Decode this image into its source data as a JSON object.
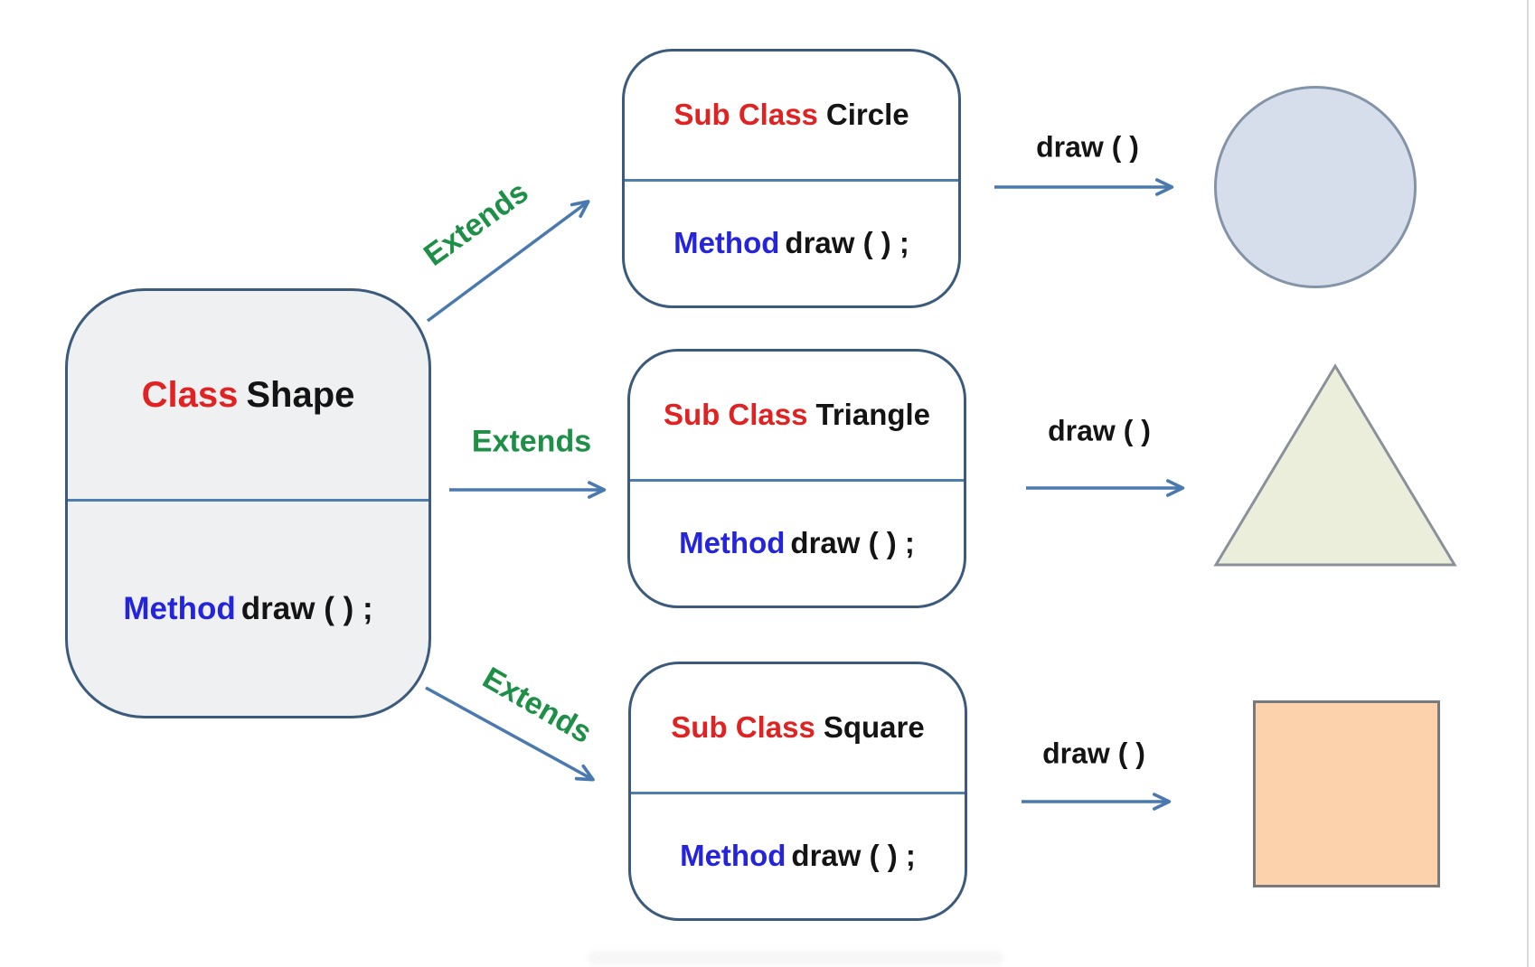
{
  "base_class": {
    "keyword": "Class",
    "name": "Shape",
    "method_keyword": "Method",
    "method_rest": "draw ( ) ;"
  },
  "subclasses": [
    {
      "keyword": "Sub Class",
      "name": "Circle",
      "method_keyword": "Method",
      "method_rest": "draw ( ) ;",
      "extends_label": "Extends",
      "call_label": "draw ( )",
      "result_shape": "circle"
    },
    {
      "keyword": "Sub Class",
      "name": "Triangle",
      "method_keyword": "Method",
      "method_rest": "draw ( ) ;",
      "extends_label": "Extends",
      "call_label": "draw ( )",
      "result_shape": "triangle"
    },
    {
      "keyword": "Sub Class",
      "name": "Square",
      "method_keyword": "Method",
      "method_rest": "draw ( ) ;",
      "extends_label": "Extends",
      "call_label": "draw ( )",
      "result_shape": "square"
    }
  ],
  "colors": {
    "keyword_red": "#e02222",
    "method_blue": "#2424dd",
    "extends_green": "#1d8f46",
    "text_black": "#141414",
    "box_border": "#3b5a7c",
    "divider_blue": "#4d7ead",
    "arrow_blue": "#4a79b0",
    "base_box_fill": "#eff0f2",
    "subclass_box_fill": "#ffffff",
    "circle_fill": "#d6deeb",
    "circle_stroke": "#8494a8",
    "triangle_fill": "#eaeeda",
    "triangle_stroke": "#8b919b",
    "square_fill": "#fcd2ad",
    "square_stroke": "#77797c"
  }
}
